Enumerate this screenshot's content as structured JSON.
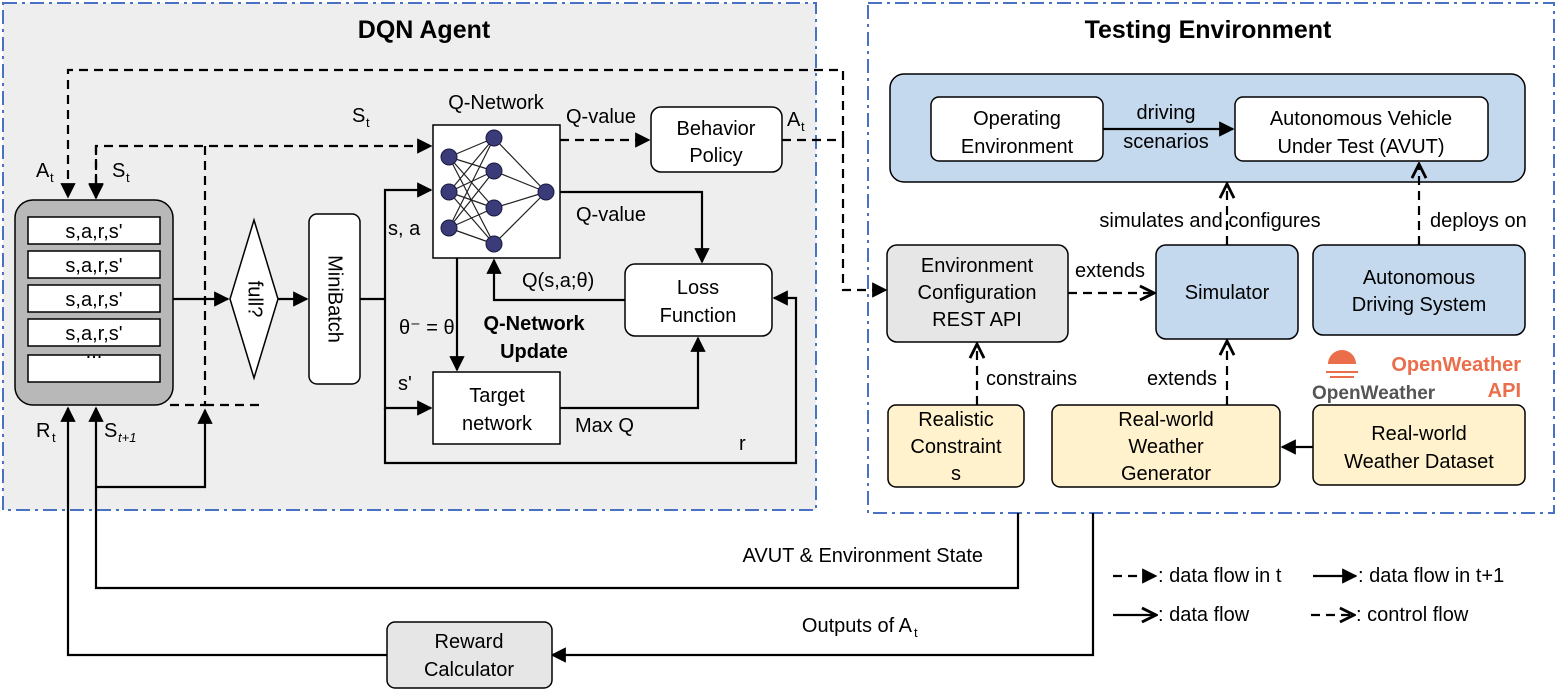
{
  "titles": {
    "agent": "DQN Agent",
    "env": "Testing Environment"
  },
  "agent": {
    "replay_items": [
      "s,a,r,s'",
      "s,a,r,s'",
      "s,a,r,s'",
      "s,a,r,s'",
      "..."
    ],
    "full": "full?",
    "minibatch": "MiniBatch",
    "q_network_label": "Q-Network",
    "target_network": [
      "Target",
      "network"
    ],
    "behavior_policy": [
      "Behavior",
      "Policy"
    ],
    "loss_function": [
      "Loss",
      "Function"
    ],
    "update_label": [
      "Q-Network",
      "Update"
    ],
    "labels": {
      "q_value_top": "Q-value",
      "q_value_mid": "Q-value",
      "q_theta": "Q(s,a;θ)",
      "s_a": "s, a",
      "s_prime": "s'",
      "theta": "θ⁻ = θ",
      "max_q": "Max Q",
      "r": "r",
      "a_t_right": "A",
      "s_t_top": "S",
      "a_t_left": "A",
      "s_t_left": "S",
      "r_t": "R",
      "s_t1": "S",
      "sub_t": "t",
      "sub_t1": "t+1"
    }
  },
  "env": {
    "operating_env": [
      "Operating",
      "Environment"
    ],
    "avut": [
      "Autonomous Vehicle",
      "Under Test (AVUT)"
    ],
    "driving_scenarios": [
      "driving",
      "scenarios"
    ],
    "simulates": "simulates and configures",
    "deploys_on": "deploys on",
    "env_config": [
      "Environment",
      "Configuration",
      "REST API"
    ],
    "extends1": "extends",
    "simulator": "Simulator",
    "ads": [
      "Autonomous",
      "Driving System"
    ],
    "openweather_logo": "OpenWeather",
    "openweather_api": [
      "OpenWeather",
      "API"
    ],
    "constrains": "constrains",
    "extends2": "extends",
    "realistic": [
      "Realistic",
      "Constraint",
      "s"
    ],
    "weather_gen": [
      "Real-world",
      "Weather",
      "Generator"
    ],
    "weather_dataset": [
      "Real-world",
      "Weather Dataset"
    ]
  },
  "bottom": {
    "avut_state": "AVUT & Environment State",
    "outputs_of": "Outputs of A",
    "reward_calc": [
      "Reward",
      "Calculator"
    ]
  },
  "legend": {
    "dash_t": ": data flow in t",
    "solid_t1": ": data flow in t+1",
    "data_flow": ": data flow",
    "control_flow": ": control flow"
  },
  "colors": {
    "region_border": "#4a72c4",
    "agent_bg": "#eeeeee",
    "blue_box": "#c5d9ee",
    "yellow_box": "#fff2cc",
    "gray_box": "#e6e6e6",
    "openweather_orange": "#eb6e4b",
    "nn_node": "#3b3b7a"
  }
}
